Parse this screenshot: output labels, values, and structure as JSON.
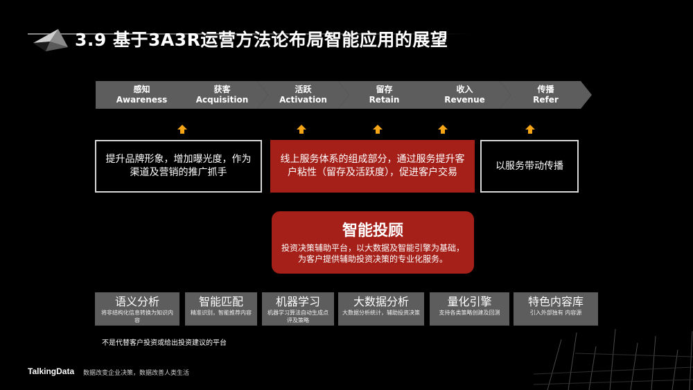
{
  "header": {
    "title": "3.9 基于3A3R运营方法论布局智能应用的展望"
  },
  "funnel": [
    {
      "zh": "感知",
      "en": "Awareness"
    },
    {
      "zh": "获客",
      "en": "Acquisition"
    },
    {
      "zh": "活跃",
      "en": "Activation"
    },
    {
      "zh": "留存",
      "en": "Retain"
    },
    {
      "zh": "收入",
      "en": "Revenue"
    },
    {
      "zh": "传播",
      "en": "Refer"
    }
  ],
  "boxes": [
    {
      "text": "提升品牌形象，增加曝光度，作为渠道及营销的推广抓手"
    },
    {
      "text": "线上服务体系的组成部分，通过服务提升客户粘性（留存及活跃度），促进客户交易"
    },
    {
      "text": "以服务带动传播"
    }
  ],
  "main": {
    "title": "智能投顾",
    "desc": "投资决策辅助平台，以大数据及智能引擎为基础，为客户提供辅助投资决策的专业化服务。"
  },
  "capabilities": [
    {
      "title": "语义分析",
      "desc": "将非结构化信息转换为知识内容"
    },
    {
      "title": "智能匹配",
      "desc": "精准识别，智能推荐内容"
    },
    {
      "title": "机器学习",
      "desc": "机器学习算法自动生成点评及策略"
    },
    {
      "title": "大数据分析",
      "desc": "大数据分析统计，辅助投资决策"
    },
    {
      "title": "量化引擎",
      "desc": "支持各类策略创建及回测"
    },
    {
      "title": "特色内容库",
      "desc": "引入外部独有 内容源"
    }
  ],
  "note": "不是代替客户投资或给出投资建议的平台",
  "footer": {
    "brand": "TalkingData",
    "slogan": "数据改变企业决策，数据改善人类生活"
  },
  "colors": {
    "accent_red": "#a52019",
    "arrow_orange": "#f5a516",
    "tile_gray": "#5d5d5d"
  }
}
